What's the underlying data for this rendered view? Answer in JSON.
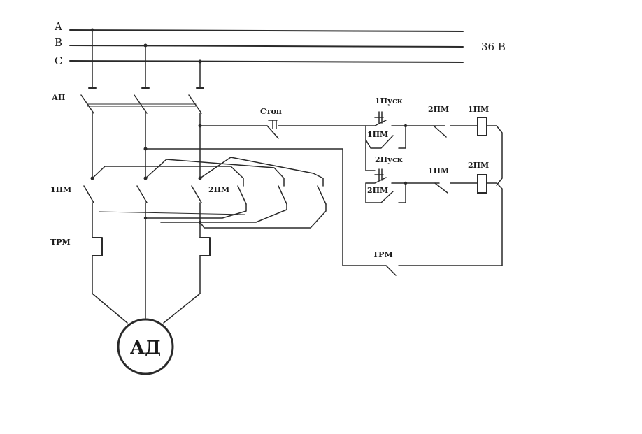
{
  "bus": {
    "phase_a": "A",
    "phase_b": "B",
    "phase_c": "C",
    "voltage": "36 В"
  },
  "power": {
    "breaker": "АП",
    "contactor_forward": "1ПМ",
    "contactor_reverse": "2ПМ",
    "thermal_relay": "ТРМ",
    "motor": "АД"
  },
  "control": {
    "stop_button": "Стоп",
    "start_forward": "1Пуск",
    "start_reverse": "2Пуск",
    "hold_contact_forward": "1ПМ",
    "hold_contact_reverse": "2ПМ",
    "interlock_forward_rung": "2ПМ",
    "interlock_reverse_rung": "1ПМ",
    "coil_forward": "1ПМ",
    "coil_reverse": "2ПМ",
    "thermal_contact": "ТРМ"
  }
}
